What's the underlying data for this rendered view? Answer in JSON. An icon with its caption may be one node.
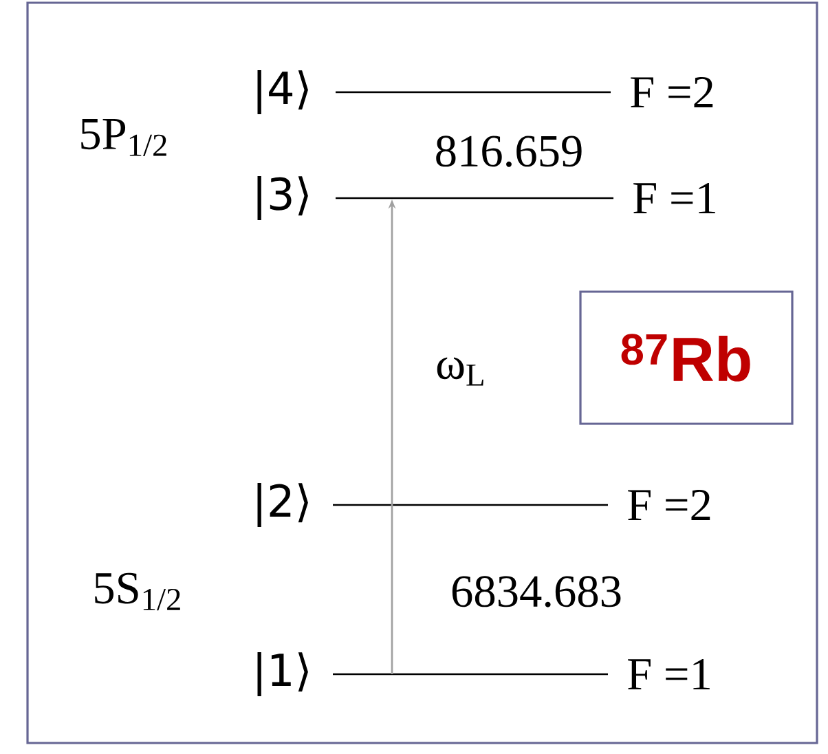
{
  "diagram": {
    "nodes": [
      {
        "text": [],
        "shape": "bar",
        "beside": [
          "F =2"
        ]
      },
      {
        "text": [],
        "shape": "bar",
        "beside": [
          "F =1"
        ]
      },
      {
        "text": [],
        "shape": "bar",
        "beside": [
          "F =2"
        ]
      },
      {
        "text": [],
        "shape": "bar",
        "beside": [
          "F =1"
        ]
      },
      {
        "text": [
          "$^{87}$Rb"
        ]
      }
    ],
    "edges": [
      {
        "from": 3,
        "to": 1,
        "arrow": "to",
        "color": "#a0a0a0"
      }
    ],
    "labels": [
      "5P$_{1/2}$",
      "|4⟩",
      "816.659",
      "|3⟩",
      "ω$_{L}$",
      "|2⟩",
      "5S$_{1/2}$",
      "6834.683",
      "|1⟩"
    ]
  }
}
